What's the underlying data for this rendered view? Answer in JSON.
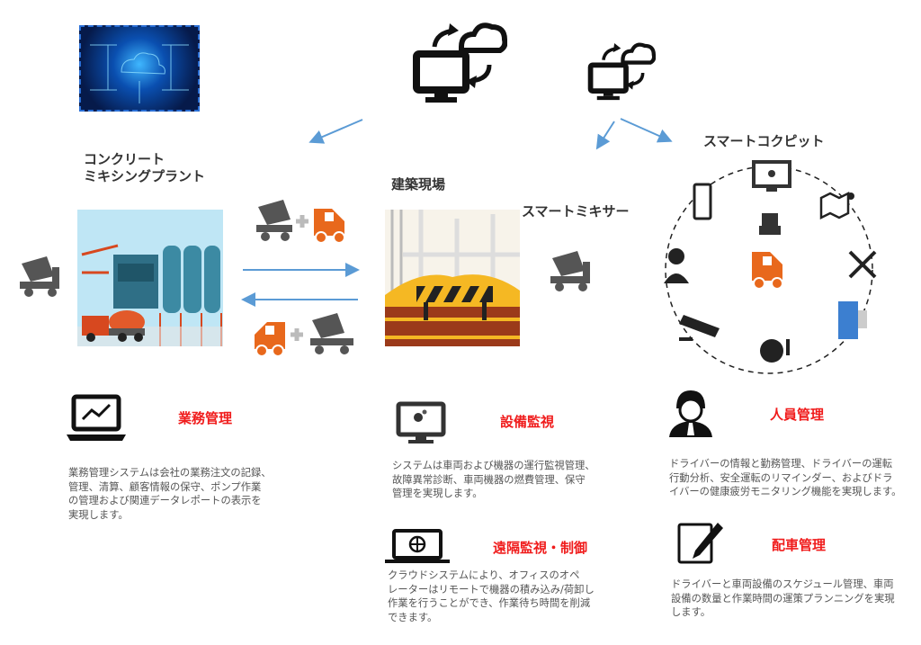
{
  "labels": {
    "plant_line1": "コンクリート",
    "plant_line2": "ミキシングプラント",
    "site": "建築現場",
    "smart_mixer": "スマートミキサー",
    "smart_cockpit": "スマートコクピット"
  },
  "sections": [
    {
      "title": "業務管理",
      "icon": "laptop-chart-icon",
      "lines": [
        "業務管理システムは会社の業務注文の記録、",
        "管理、清算、顧客情報の保守、ポンプ作業",
        "の管理および関連データレポートの表示を",
        "実現します。"
      ]
    },
    {
      "title": "設備監視",
      "icon": "monitor-gear-icon",
      "lines": [
        "システムは車両および機器の運行監視管理、",
        "故障異常診断、車両機器の燃費管理、保守",
        "管理を実現します。"
      ]
    },
    {
      "title": "遠隔監視・制御",
      "icon": "laptop-globe-icon",
      "lines": [
        "クラウドシステムにより、オフィスのオペ",
        "レーターはリモートで機器の積み込み/荷卸し",
        "作業を行うことができ、作業待ち時間を削減",
        "できます。"
      ]
    },
    {
      "title": "人員管理",
      "icon": "person-icon",
      "lines": [
        "ドライバーの情報と勤務管理、ドライバーの運転",
        "行動分析、安全運転のリマインダー、およびドラ",
        "イバーの健康疲労モニタリング機能を実現します。"
      ]
    },
    {
      "title": "配車管理",
      "icon": "pen-edit-icon",
      "lines": [
        "ドライバーと車両設備のスケジュール管理、車両",
        "設備の数量と作業時間の運策プランニングを実現",
        "します。"
      ]
    }
  ],
  "colors": {
    "accent": "#f01c1c",
    "orange": "#e8681c",
    "arrow": "#5b9bd5",
    "icon": "#222222",
    "grey": "#555555"
  }
}
